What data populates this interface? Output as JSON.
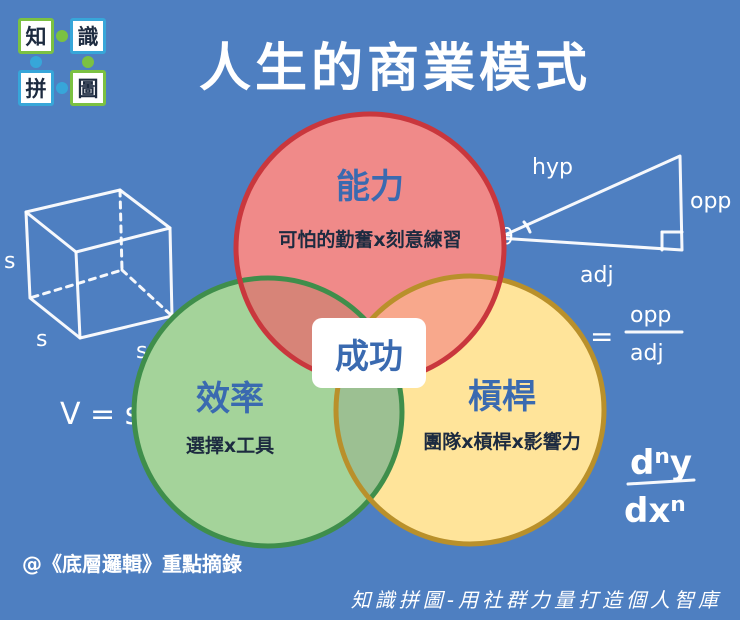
{
  "logo": {
    "tiles": [
      "知",
      "識",
      "拼",
      "圖"
    ]
  },
  "title": "人生的商業模式",
  "circles": {
    "ability": {
      "title": "能力",
      "subtitle": "可怕的勤奮x刻意練習",
      "color": "#f08a89",
      "stroke": "#c9373d"
    },
    "efficiency": {
      "title": "效率",
      "subtitle": "選擇x工具",
      "color": "#a4d39a",
      "stroke": "#3f8e4b"
    },
    "leverage": {
      "title": "槓桿",
      "subtitle": "團隊x槓桿x影響力",
      "color": "#ffe49a",
      "stroke": "#b9902b"
    }
  },
  "center": "成功",
  "source": "@《底層邏輯》重點摘錄",
  "footer": "知識拼圖-用社群力量打造個人智庫",
  "doodles": {
    "hyp": "hyp",
    "opp": "opp",
    "adj": "adj",
    "theta": "θ",
    "s1": "s",
    "s2": "s",
    "s3": "s",
    "v_eq": "V = s",
    "frac_eq": "=",
    "frac_top": "opp",
    "frac_bottom": "adj",
    "dy": "dⁿy",
    "dx": "dxⁿ"
  },
  "colors": {
    "background": "#4e7fc1",
    "title_text": "#3a6ab0"
  }
}
